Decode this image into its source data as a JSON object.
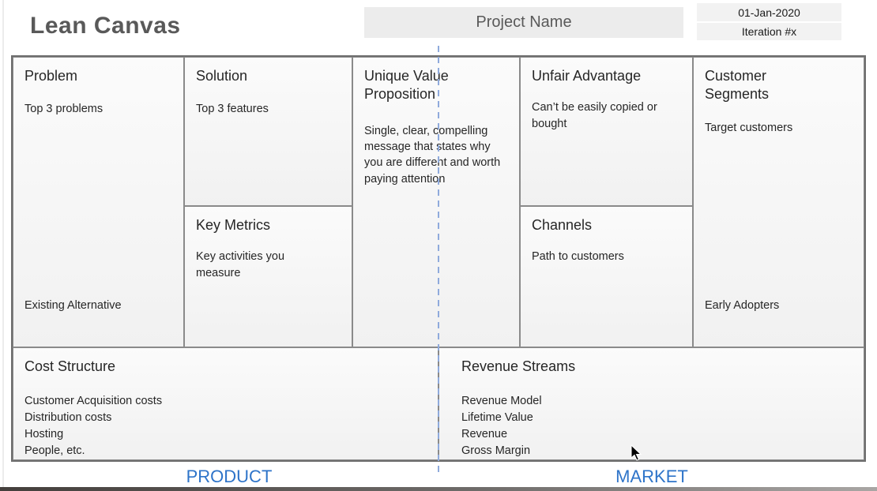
{
  "header": {
    "title": "Lean Canvas",
    "project_name": "Project Name",
    "date": "01-Jan-2020",
    "iteration": "Iteration #x"
  },
  "canvas": {
    "problem": {
      "title": "Problem",
      "hint": "Top 3 problems",
      "footer": "Existing Alternative"
    },
    "solution": {
      "title": "Solution",
      "hint": "Top 3 features"
    },
    "key_metrics": {
      "title": "Key Metrics",
      "hint": "Key activities you measure"
    },
    "unique_value_proposition": {
      "title": "Unique Value Proposition",
      "hint": "Single, clear, compelling message that states why you are different and worth paying attention"
    },
    "unfair_advantage": {
      "title": "Unfair Advantage",
      "hint": "Can’t be easily copied or bought"
    },
    "channels": {
      "title": "Channels",
      "hint": "Path to customers"
    },
    "customer_segments": {
      "title": "Customer Segments",
      "hint": "Target customers",
      "footer": "Early Adopters"
    },
    "cost_structure": {
      "title": "Cost Structure",
      "lines": [
        "Customer Acquisition costs",
        "Distribution costs",
        "Hosting",
        "People, etc."
      ]
    },
    "revenue_streams": {
      "title": "Revenue Streams",
      "lines": [
        "Revenue Model",
        "Lifetime Value",
        "Revenue",
        "Gross Margin"
      ]
    }
  },
  "footer": {
    "product_label": "PRODUCT",
    "market_label": "MARKET"
  },
  "colors": {
    "accent_blue": "#2e74c9",
    "dashed_divider_blue": "#8faadc",
    "outer_border": "#6e6e6e",
    "inner_border": "#8a8a8a",
    "title_gray": "#595959",
    "box_gray": "#ececec"
  }
}
